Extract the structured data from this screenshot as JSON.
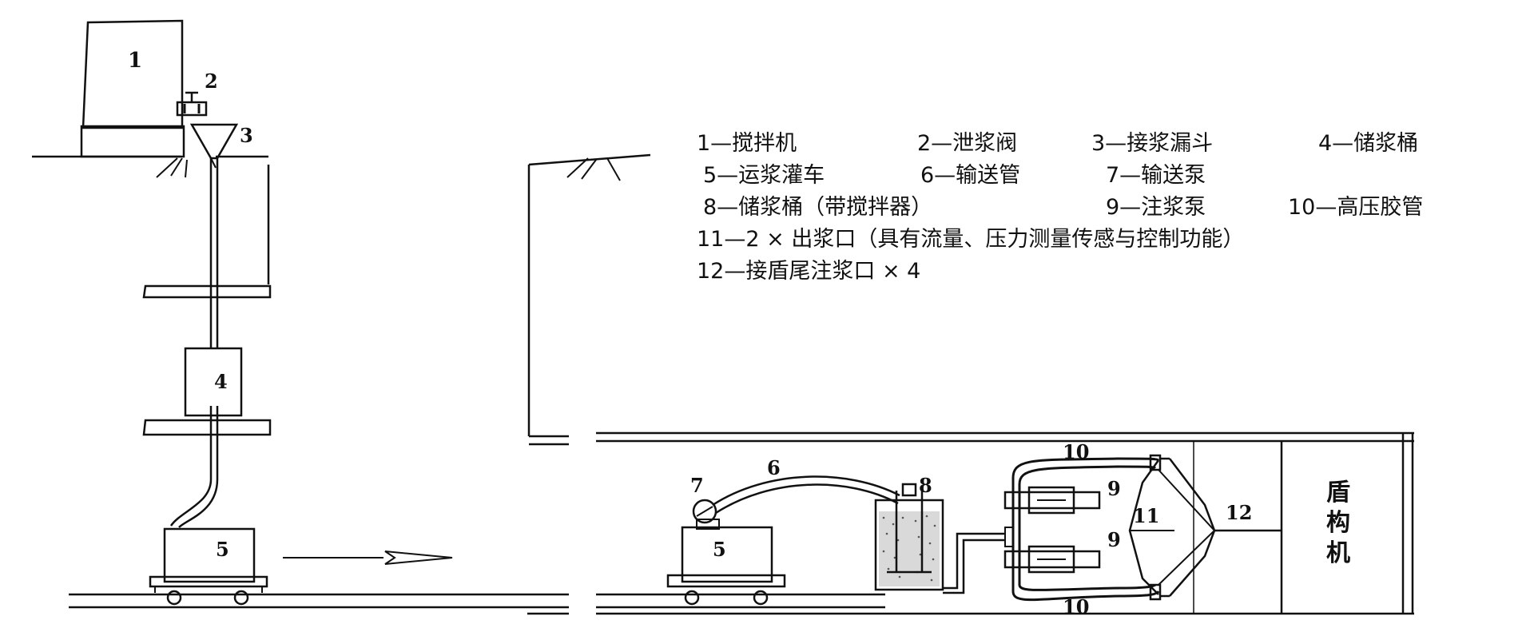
{
  "labels": {
    "n1": "1",
    "n2": "2",
    "n3": "3",
    "n4": "4",
    "n5_left": "5",
    "n5_right": "5",
    "n6": "6",
    "n7": "7",
    "n8": "8",
    "n9_upper": "9",
    "n9_lower": "9",
    "n10_upper": "10",
    "n10_lower": "10",
    "n11": "11",
    "n12": "12",
    "shield_machine": [
      "盾",
      "构",
      "机"
    ]
  },
  "legend": {
    "row1": [
      "1—搅拌机",
      "2—泄浆阀",
      "3—接浆漏斗",
      "4—储浆桶"
    ],
    "row2": [
      "5—运浆灌车",
      "6—输送管",
      "7—输送泵"
    ],
    "row3": [
      "8—储浆桶（带搅拌器）",
      "9—注浆泵",
      "10—高压胶管"
    ],
    "row4": "11—2 × 出浆口（具有流量、压力测量传感与控制功能）",
    "row5": "12—接盾尾注浆口 × 4"
  },
  "colors": {
    "ink": "#111111",
    "background": "#ffffff",
    "speckle": "#555555"
  }
}
